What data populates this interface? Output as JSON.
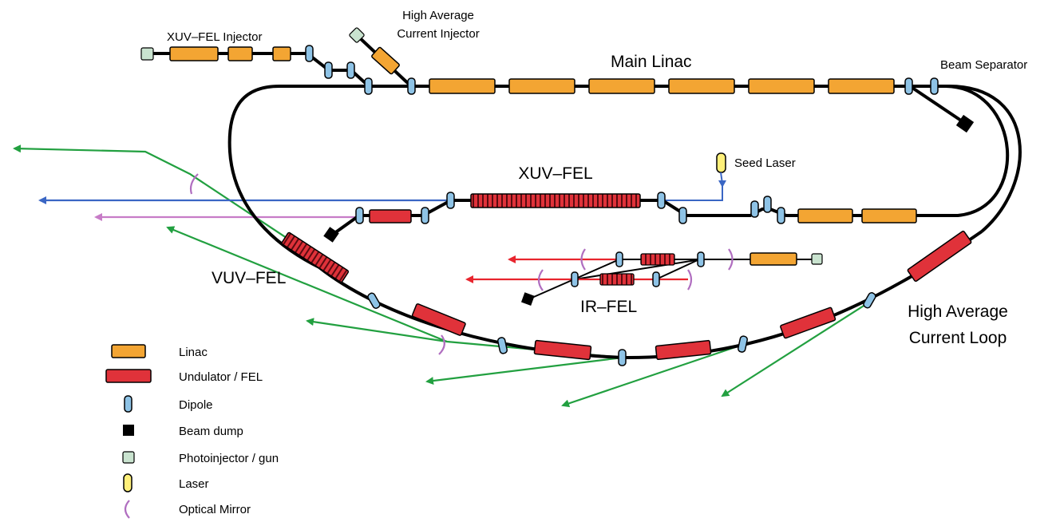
{
  "labels": {
    "xuv_injector": "XUV–FEL Injector",
    "hac_injector_1": "High Average",
    "hac_injector_2": "Current Injector",
    "main_linac": "Main Linac",
    "beam_separator": "Beam Separator",
    "seed_laser": "Seed Laser",
    "xuv_fel": "XUV–FEL",
    "vuv_fel": "VUV–FEL",
    "ir_fel": "IR–FEL",
    "hac_loop_1": "High Average",
    "hac_loop_2": "Current Loop"
  },
  "legend": [
    {
      "icon": "linac",
      "label": "Linac"
    },
    {
      "icon": "undulator",
      "label": "Undulator / FEL"
    },
    {
      "icon": "dipole",
      "label": "Dipole"
    },
    {
      "icon": "beam-dump",
      "label": "Beam dump"
    },
    {
      "icon": "photoinjector",
      "label": "Photoinjector / gun"
    },
    {
      "icon": "laser",
      "label": "Laser"
    },
    {
      "icon": "optical-mirror",
      "label": "Optical Mirror"
    }
  ],
  "colors": {
    "linac": "#f3a533",
    "undulator": "#e0323a",
    "dipole": "#8ec3e6",
    "beam_dump": "#000000",
    "photoinjector": "#c9e3cf",
    "laser": "#fff07a",
    "mirror": "#b06ec0",
    "vuv_light": "#22a040",
    "xuv_light": "#3a66c4",
    "xuv_output": "#c77cc7",
    "ir_light": "#e8252e"
  }
}
